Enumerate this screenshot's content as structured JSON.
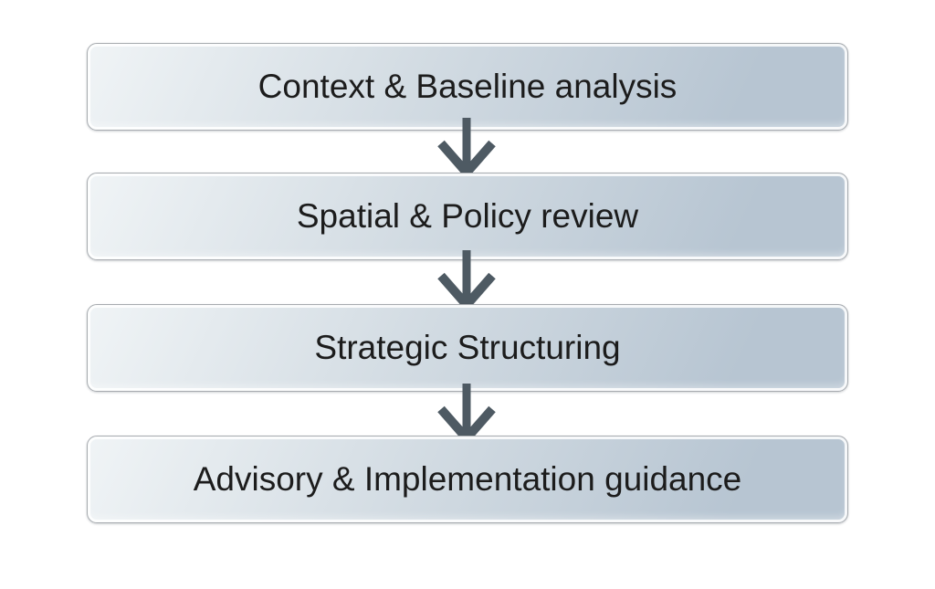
{
  "diagram": {
    "type": "process-flow",
    "direction": "vertical",
    "steps": [
      {
        "label": "Context & Baseline analysis"
      },
      {
        "label": "Spatial & Policy review"
      },
      {
        "label": "Strategic Structuring"
      },
      {
        "label": "Advisory & Implementation guidance"
      }
    ],
    "connector": "down-arrow",
    "colors": {
      "background": "#ffffff",
      "box_fill_light": "#f0f4f6",
      "box_fill_mid": "#d3dce3",
      "box_fill_dark": "#b7c5d2",
      "box_border": "#a7abaf",
      "arrow": "#4e5a63",
      "text": "#1c1c1c"
    }
  }
}
